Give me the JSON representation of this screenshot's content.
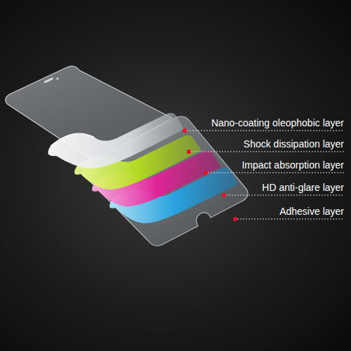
{
  "diagram": {
    "labels": [
      "Nano-coating oleophobic layer",
      "Shock dissipation layer",
      "Impact absorption layer",
      "HD anti-glare layer",
      "Adhesive layer"
    ]
  }
}
